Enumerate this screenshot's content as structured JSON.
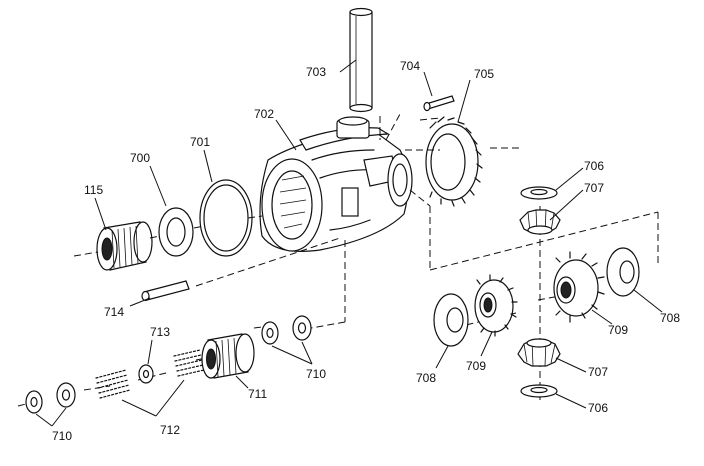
{
  "diagram": {
    "callouts": [
      {
        "id": "c703",
        "label": "703"
      },
      {
        "id": "c704",
        "label": "704"
      },
      {
        "id": "c705",
        "label": "705"
      },
      {
        "id": "c702",
        "label": "702"
      },
      {
        "id": "c701",
        "label": "701"
      },
      {
        "id": "c700",
        "label": "700"
      },
      {
        "id": "c115",
        "label": "115"
      },
      {
        "id": "c706a",
        "label": "706"
      },
      {
        "id": "c707a",
        "label": "707"
      },
      {
        "id": "c714",
        "label": "714"
      },
      {
        "id": "c713",
        "label": "713"
      },
      {
        "id": "c708a",
        "label": "708"
      },
      {
        "id": "c709a",
        "label": "709"
      },
      {
        "id": "c710a",
        "label": "710"
      },
      {
        "id": "c708b",
        "label": "708"
      },
      {
        "id": "c709b",
        "label": "709"
      },
      {
        "id": "c707b",
        "label": "707"
      },
      {
        "id": "c711",
        "label": "711"
      },
      {
        "id": "c706b",
        "label": "706"
      },
      {
        "id": "c710b",
        "label": "710"
      },
      {
        "id": "c712",
        "label": "712"
      }
    ]
  }
}
